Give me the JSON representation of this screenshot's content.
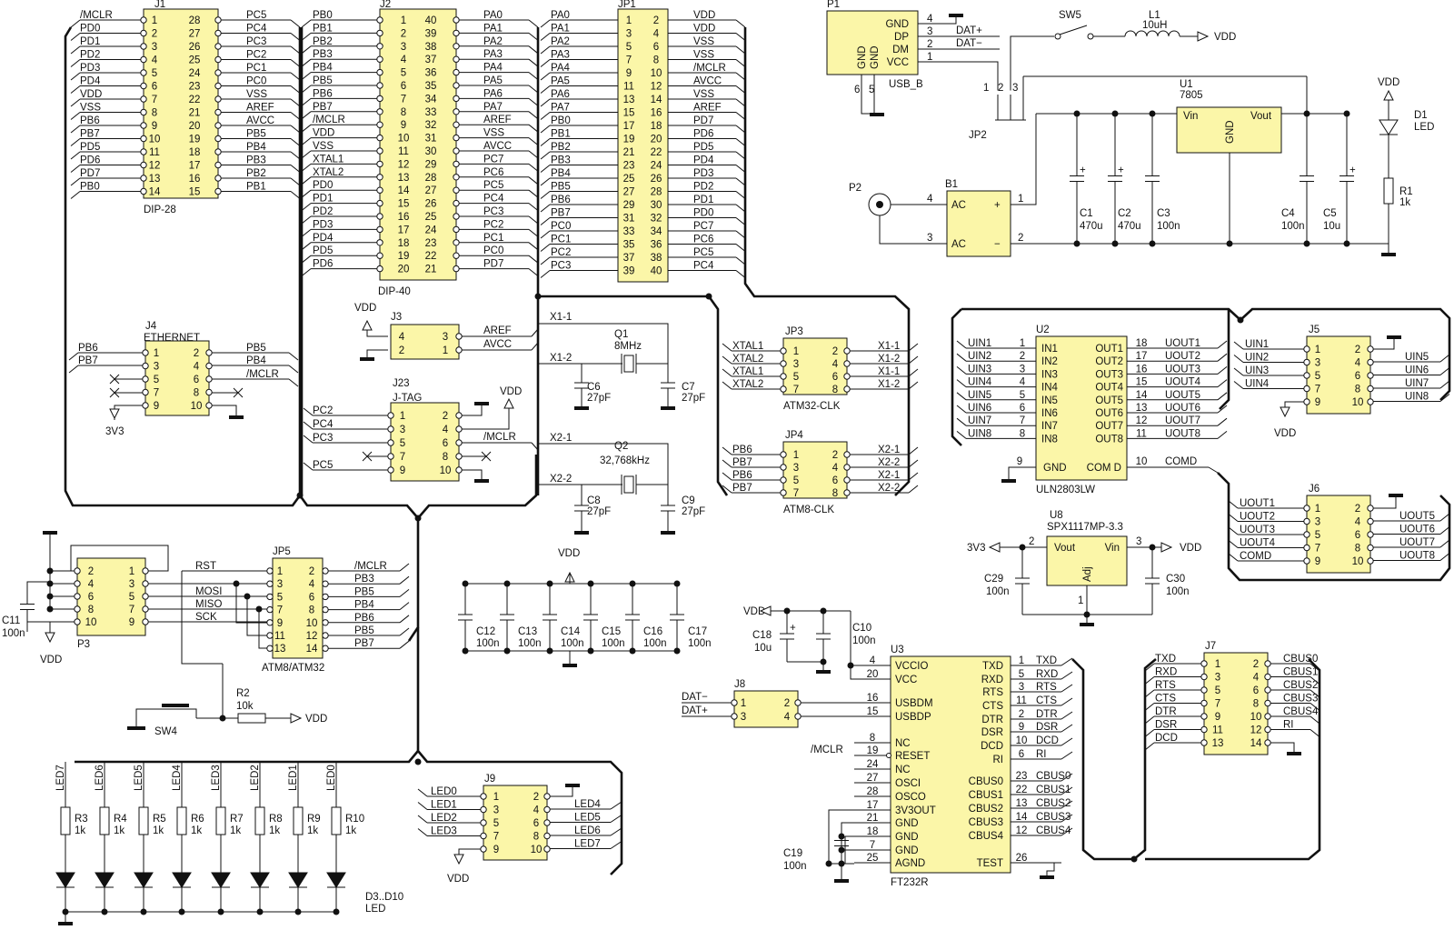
{
  "schematic": {
    "j1": {
      "ref": "J1",
      "name": "DIP-28",
      "left": [
        "/MCLR",
        "PD0",
        "PD1",
        "PD2",
        "PD3",
        "PD4",
        "VDD",
        "VSS",
        "PB6",
        "PB7",
        "PD5",
        "PD6",
        "PD7",
        "PB0"
      ],
      "right": [
        "PC5",
        "PC4",
        "PC3",
        "PC2",
        "PC1",
        "PC0",
        "VSS",
        "AREF",
        "AVCC",
        "PB5",
        "PB4",
        "PB3",
        "PB2",
        "PB1"
      ],
      "left_pins": [
        "1",
        "2",
        "3",
        "4",
        "5",
        "6",
        "7",
        "8",
        "9",
        "10",
        "11",
        "12",
        "13",
        "14"
      ],
      "right_pins": [
        "28",
        "27",
        "26",
        "25",
        "24",
        "23",
        "22",
        "21",
        "20",
        "19",
        "18",
        "17",
        "16",
        "15"
      ]
    },
    "j2": {
      "ref": "J2",
      "name": "DIP-40",
      "left": [
        "PB0",
        "PB1",
        "PB2",
        "PB3",
        "PB4",
        "PB5",
        "PB6",
        "PB7",
        "/MCLR",
        "VDD",
        "VSS",
        "XTAL1",
        "XTAL2",
        "PD0",
        "PD1",
        "PD2",
        "PD3",
        "PD4",
        "PD5",
        "PD6"
      ],
      "right": [
        "PA0",
        "PA1",
        "PA2",
        "PA3",
        "PA4",
        "PA5",
        "PA6",
        "PA7",
        "AREF",
        "VSS",
        "AVCC",
        "PC7",
        "PC6",
        "PC5",
        "PC4",
        "PC3",
        "PC2",
        "PC1",
        "PC0",
        "PD7"
      ],
      "left_pins": [
        "1",
        "2",
        "3",
        "4",
        "5",
        "6",
        "7",
        "8",
        "9",
        "10",
        "11",
        "12",
        "13",
        "14",
        "15",
        "16",
        "17",
        "18",
        "19",
        "20"
      ],
      "right_pins": [
        "40",
        "39",
        "38",
        "37",
        "36",
        "35",
        "34",
        "33",
        "32",
        "31",
        "30",
        "29",
        "28",
        "27",
        "26",
        "25",
        "24",
        "23",
        "22",
        "21"
      ]
    },
    "jp1": {
      "ref": "JP1",
      "left": [
        "PA0",
        "PA1",
        "PA2",
        "PA3",
        "PA4",
        "PA5",
        "PA6",
        "PA7",
        "PB0",
        "PB1",
        "PB2",
        "PB3",
        "PB4",
        "PB5",
        "PB6",
        "PB7",
        "PC0",
        "PC1",
        "PC2",
        "PC3"
      ],
      "right": [
        "VDD",
        "VDD",
        "VSS",
        "VSS",
        "/MCLR",
        "AVCC",
        "VSS",
        "AREF",
        "PD7",
        "PD6",
        "PD5",
        "PD4",
        "PD3",
        "PD2",
        "PD1",
        "PD0",
        "PC7",
        "PC6",
        "PC5",
        "PC4"
      ],
      "left_pins": [
        "1",
        "3",
        "5",
        "7",
        "9",
        "11",
        "13",
        "15",
        "17",
        "19",
        "21",
        "23",
        "25",
        "27",
        "29",
        "31",
        "33",
        "35",
        "37",
        "39"
      ],
      "right_pins": [
        "2",
        "4",
        "6",
        "8",
        "10",
        "12",
        "14",
        "16",
        "18",
        "20",
        "22",
        "24",
        "26",
        "28",
        "30",
        "32",
        "34",
        "36",
        "38",
        "40"
      ]
    },
    "p1": {
      "ref": "P1",
      "name": "USB_B",
      "pins": [
        "GND",
        "DP",
        "DM",
        "VCC"
      ],
      "pin_nums": [
        "4",
        "3",
        "2",
        "1"
      ],
      "nets": [
        "DAT+",
        "DAT−"
      ],
      "gnd_pins": [
        "GND",
        "GND"
      ],
      "gnd_nums": [
        "6",
        "5"
      ]
    },
    "sw5": "SW5",
    "l1": {
      "ref": "L1",
      "value": "10uH"
    },
    "vdd": "VDD",
    "u1": {
      "ref": "U1",
      "name": "7805",
      "vin": "Vin",
      "gnd": "GND",
      "vout": "Vout"
    },
    "jp2": {
      "ref": "JP2",
      "pins": [
        "1",
        "2",
        "3"
      ]
    },
    "d1": {
      "ref": "D1",
      "name": "LED"
    },
    "r1": {
      "ref": "R1",
      "value": "1k"
    },
    "p2": {
      "ref": "P2",
      "pins": [
        "4",
        "3"
      ]
    },
    "b1": {
      "ref": "B1",
      "ac1": "AC",
      "ac2": "AC",
      "plus": "+",
      "minus": "−",
      "pins": [
        "1",
        "2"
      ]
    },
    "caps_top": [
      {
        "ref": "C1",
        "value": "470u"
      },
      {
        "ref": "C2",
        "value": "470u"
      },
      {
        "ref": "C3",
        "value": "100n"
      },
      {
        "ref": "C4",
        "value": "100n"
      },
      {
        "ref": "C5",
        "value": "10u"
      }
    ],
    "j4": {
      "ref": "J4",
      "name": "ETHERNET",
      "left": [
        "PB6",
        "PB7"
      ],
      "right": [
        "PB5",
        "PB4",
        "/MCLR"
      ],
      "left_pins": [
        "1",
        "3",
        "5",
        "7",
        "9"
      ],
      "right_pins": [
        "2",
        "4",
        "6",
        "8",
        "10"
      ],
      "supply": "3V3"
    },
    "j3": {
      "ref": "J3",
      "supply": "VDD",
      "pins_l": [
        "4",
        "2"
      ],
      "pins_r": [
        "3",
        "1"
      ],
      "nets": [
        "AREF",
        "AVCC"
      ]
    },
    "j23": {
      "ref": "J23",
      "name": "J-TAG",
      "left": [
        "PC2",
        "PC4",
        "PC3",
        "PC5"
      ],
      "right": [
        "/MCLR"
      ],
      "left_pins": [
        "1",
        "3",
        "5",
        "7",
        "9"
      ],
      "right_pins": [
        "2",
        "4",
        "6",
        "8",
        "10"
      ],
      "supply": "VDD"
    },
    "q1": {
      "ref": "Q1",
      "value": "8MHz",
      "net1": "X1-1",
      "net2": "X1-2"
    },
    "q2": {
      "ref": "Q2",
      "value": "32,768kHz",
      "net1": "X2-1",
      "net2": "X2-2"
    },
    "caps_xtal": [
      {
        "ref": "C6",
        "value": "27pF"
      },
      {
        "ref": "C7",
        "value": "27pF"
      },
      {
        "ref": "C8",
        "value": "27pF"
      },
      {
        "ref": "C9",
        "value": "27pF"
      }
    ],
    "jp3": {
      "ref": "JP3",
      "name": "ATM32-CLK",
      "left": [
        "XTAL1",
        "XTAL2",
        "XTAL1",
        "XTAL2"
      ],
      "right": [
        "X1-1",
        "X1-2",
        "X1-1",
        "X1-2"
      ],
      "left_pins": [
        "1",
        "3",
        "5",
        "7"
      ],
      "right_pins": [
        "2",
        "4",
        "6",
        "8"
      ]
    },
    "jp4": {
      "ref": "JP4",
      "name": "ATM8-CLK",
      "left": [
        "PB6",
        "PB7",
        "PB6",
        "PB7"
      ],
      "right": [
        "X2-1",
        "X2-2",
        "X2-1",
        "X2-2"
      ],
      "left_pins": [
        "1",
        "3",
        "5",
        "7"
      ],
      "right_pins": [
        "2",
        "4",
        "6",
        "8"
      ]
    },
    "u2": {
      "ref": "U2",
      "name": "ULN2803LW",
      "in_nets": [
        "UIN1",
        "UIN2",
        "UIN3",
        "UIN4",
        "UIN5",
        "UIN6",
        "UIN7",
        "UIN8"
      ],
      "in_names": [
        "IN1",
        "IN2",
        "IN3",
        "IN4",
        "IN5",
        "IN6",
        "IN7",
        "IN8"
      ],
      "in_pins": [
        "1",
        "2",
        "3",
        "4",
        "5",
        "6",
        "7",
        "8"
      ],
      "out_names": [
        "OUT1",
        "OUT2",
        "OUT3",
        "OUT4",
        "OUT5",
        "OUT6",
        "OUT7",
        "OUT8"
      ],
      "out_pins": [
        "18",
        "17",
        "16",
        "15",
        "14",
        "13",
        "12",
        "11"
      ],
      "out_nets": [
        "UOUT1",
        "UOUT2",
        "UOUT3",
        "UOUT4",
        "UOUT5",
        "UOUT6",
        "UOUT7",
        "UOUT8"
      ],
      "gnd": "GND",
      "gnd_pin": "9",
      "comd": "COM D",
      "comd_pin": "10",
      "comd_net": "COMD"
    },
    "j5": {
      "ref": "J5",
      "left": [
        "UIN1",
        "UIN2",
        "UIN3",
        "UIN4"
      ],
      "right": [
        "UIN5",
        "UIN6",
        "UIN7",
        "UIN8"
      ],
      "left_pins": [
        "1",
        "3",
        "5",
        "7",
        "9"
      ],
      "right_pins": [
        "2",
        "4",
        "6",
        "8",
        "10"
      ],
      "supply": "VDD"
    },
    "j6": {
      "ref": "J6",
      "left": [
        "UOUT1",
        "UOUT2",
        "UOUT3",
        "UOUT4",
        "COMD"
      ],
      "right": [
        "UOUT5",
        "UOUT6",
        "UOUT7",
        "UOUT8"
      ],
      "left_pins": [
        "1",
        "3",
        "5",
        "7",
        "9"
      ],
      "right_pins": [
        "2",
        "4",
        "6",
        "8",
        "10"
      ]
    },
    "u8": {
      "ref": "U8",
      "name": "SPX1117MP-3.3",
      "vout": "Vout",
      "vin": "Vin",
      "adj": "Adj",
      "pins": [
        "2",
        "3",
        "1"
      ],
      "out_net": "3V3",
      "in_net": "VDD"
    },
    "caps_u8": [
      {
        "ref": "C29",
        "value": "100n"
      },
      {
        "ref": "C30",
        "value": "100n"
      }
    ],
    "p3": {
      "ref": "P3",
      "left_pins": [
        "2",
        "4",
        "6",
        "8",
        "10"
      ],
      "right_pins": [
        "1",
        "3",
        "5",
        "7",
        "9"
      ]
    },
    "c11": {
      "ref": "C11",
      "value": "100n"
    },
    "jp5": {
      "ref": "JP5",
      "name": "ATM8/ATM32",
      "left_nets": [
        "RST",
        "MOSI",
        "MISO",
        "SCK"
      ],
      "right": [
        "/MCLR",
        "PB3",
        "PB5",
        "PB4",
        "PB6",
        "PB5",
        "PB7"
      ],
      "left_pins": [
        "1",
        "3",
        "5",
        "7",
        "9",
        "11",
        "13"
      ],
      "right_pins": [
        "2",
        "4",
        "6",
        "8",
        "10",
        "12",
        "14"
      ]
    },
    "r2": {
      "ref": "R2",
      "value": "10k"
    },
    "sw4": "SW4",
    "caps_vdd": [
      {
        "ref": "C12",
        "value": "100n"
      },
      {
        "ref": "C13",
        "value": "100n"
      },
      {
        "ref": "C14",
        "value": "100n"
      },
      {
        "ref": "C15",
        "value": "100n"
      },
      {
        "ref": "C16",
        "value": "100n"
      },
      {
        "ref": "C17",
        "value": "100n"
      }
    ],
    "leds": {
      "nets": [
        "LED7",
        "LED6",
        "LED5",
        "LED4",
        "LED3",
        "LED2",
        "LED1",
        "LED0"
      ],
      "resistors": [
        {
          "ref": "R3",
          "value": "1k"
        },
        {
          "ref": "R4",
          "value": "1k"
        },
        {
          "ref": "R5",
          "value": "1k"
        },
        {
          "ref": "R6",
          "value": "1k"
        },
        {
          "ref": "R7",
          "value": "1k"
        },
        {
          "ref": "R8",
          "value": "1k"
        },
        {
          "ref": "R9",
          "value": "1k"
        },
        {
          "ref": "R10",
          "value": "1k"
        }
      ],
      "label": "D3..D10",
      "label2": "LED"
    },
    "j9": {
      "ref": "J9",
      "left": [
        "LED0",
        "LED1",
        "LED2",
        "LED3"
      ],
      "right": [
        "LED4",
        "LED5",
        "LED6",
        "LED7"
      ],
      "left_pins": [
        "1",
        "3",
        "5",
        "7",
        "9"
      ],
      "right_pins": [
        "2",
        "4",
        "6",
        "8",
        "10"
      ],
      "supply": "VDD"
    },
    "j8": {
      "ref": "J8",
      "nets": [
        "DAT−",
        "DAT+"
      ],
      "pins_l": [
        "1",
        "3"
      ],
      "pins_r": [
        "2",
        "4"
      ]
    },
    "u3": {
      "ref": "U3",
      "name": "FT232R",
      "left_names": [
        "VCCIO",
        "VCC",
        "USBDM",
        "USBDP",
        "NC",
        "RESET",
        "NC",
        "OSCI",
        "OSCO",
        "3V3OUT",
        "GND",
        "GND",
        "GND",
        "AGND"
      ],
      "left_pins": [
        "4",
        "20",
        "16",
        "15",
        "8",
        "19",
        "24",
        "27",
        "28",
        "17",
        "21",
        "18",
        "7",
        "25"
      ],
      "right_names": [
        "TXD",
        "RXD",
        "RTS",
        "CTS",
        "DTR",
        "DSR",
        "DCD",
        "RI",
        "CBUS0",
        "CBUS1",
        "CBUS2",
        "CBUS3",
        "CBUS4",
        "TEST"
      ],
      "right_pins": [
        "1",
        "5",
        "3",
        "11",
        "2",
        "9",
        "10",
        "6",
        "23",
        "22",
        "13",
        "14",
        "12",
        "26"
      ],
      "right_nets": [
        "TXD",
        "RXD",
        "RTS",
        "CTS",
        "DTR",
        "DSR",
        "DCD",
        "RI",
        "CBUS0",
        "CBUS1",
        "CBUS2",
        "CBUS3",
        "CBUS4"
      ],
      "mclr": "/MCLR",
      "vdd": "VDD"
    },
    "caps_u3": [
      {
        "ref": "C18",
        "value": "10u"
      },
      {
        "ref": "C10",
        "value": "100n"
      },
      {
        "ref": "C19",
        "value": "100n"
      }
    ],
    "j7": {
      "ref": "J7",
      "left": [
        "TXD",
        "RXD",
        "RTS",
        "CTS",
        "DTR",
        "DSR",
        "DCD"
      ],
      "right": [
        "CBUS0",
        "CBUS1",
        "CBUS2",
        "CBUS3",
        "CBUS4",
        "RI"
      ],
      "left_pins": [
        "1",
        "3",
        "5",
        "7",
        "9",
        "11",
        "13"
      ],
      "right_pins": [
        "2",
        "4",
        "6",
        "8",
        "10",
        "12",
        "14"
      ]
    }
  }
}
